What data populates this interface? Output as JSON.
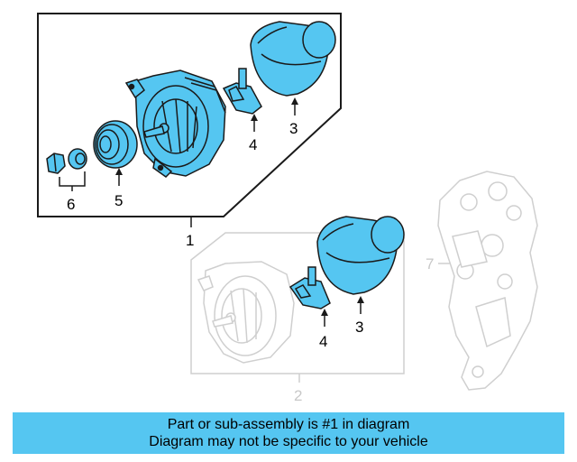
{
  "colors": {
    "highlight": "#55c6f1",
    "outline_dark": "#1a1a1a",
    "outline_gray": "#cfcfcf",
    "banner_bg": "#55c6f1"
  },
  "callouts": {
    "c1": "1",
    "c2": "2",
    "c3_top": "3",
    "c3_bottom": "3",
    "c4_top": "4",
    "c4_bottom": "4",
    "c5": "5",
    "c6": "6",
    "c7": "7"
  },
  "banner": {
    "line1": "Part or sub-assembly is #1 in diagram",
    "line2": "Diagram may not be specific to your vehicle"
  }
}
